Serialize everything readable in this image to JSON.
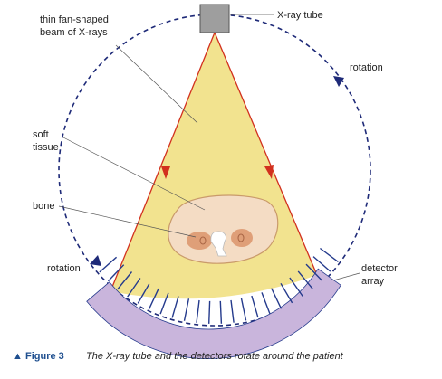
{
  "labels": {
    "xray_tube": "X-ray tube",
    "beam_line1": "thin fan-shaped",
    "beam_line2": "beam of X-rays",
    "soft_line1": "soft",
    "soft_line2": "tissue",
    "bone": "bone",
    "rotation_right": "rotation",
    "rotation_left": "rotation",
    "detector_line1": "detector",
    "detector_line2": "array"
  },
  "caption": {
    "marker": "▲",
    "figure": "Figure 3",
    "text": "The X-ray tube and the detectors rotate around the patient"
  },
  "colors": {
    "beam_fill": "#f2e38f",
    "beam_edge": "#d2301e",
    "orbit": "#1e2a78",
    "tube": "#9e9e9e",
    "body_fill": "#f4dcc4",
    "body_edge": "#c99a6a",
    "bone": "#df9f78",
    "detector_fill": "#c9b5dc",
    "detector_line": "#243a8c",
    "caption_accent": "#1f4f8f"
  }
}
